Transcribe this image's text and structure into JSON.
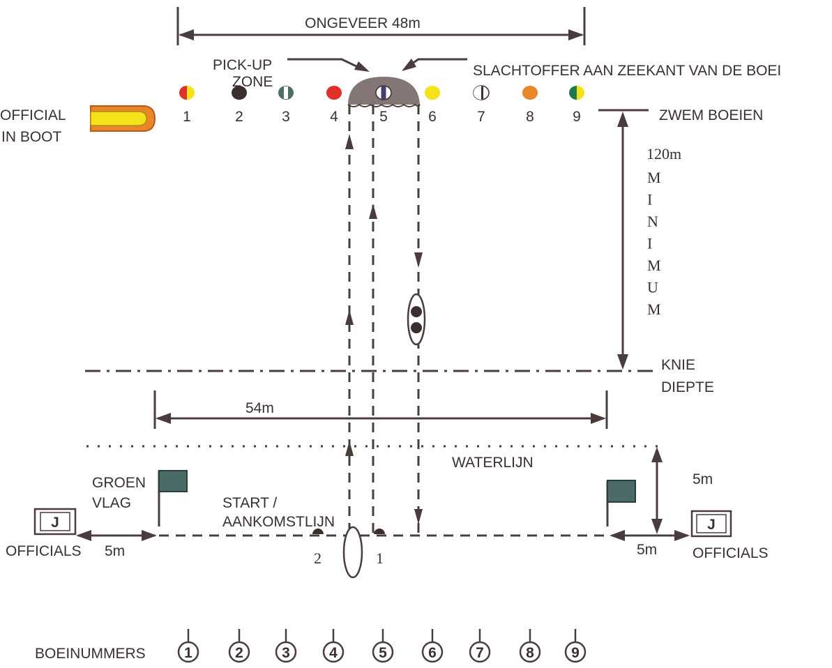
{
  "top_width": "ONGEVEER 48m",
  "pickup_zone": [
    "PICK-UP",
    "ZONE"
  ],
  "victim_note": "SLACHTOFFER AAN ZEEKANT VAN DE BOEI",
  "official_boat": [
    "OFFICIAL",
    "IN BOOT"
  ],
  "swim_buoys_label": "ZWEM BOEIEN",
  "buoys": [
    {
      "num": "1",
      "color_a": "#e0302a",
      "color_b": "#f4e21a",
      "split": "vertical"
    },
    {
      "num": "2",
      "color_a": "#3a2e2e",
      "color_b": "#3a2e2e",
      "split": "none"
    },
    {
      "num": "3",
      "color_a": "#4a6f6a",
      "color_b": "#ffffff",
      "split": "stripe"
    },
    {
      "num": "4",
      "color_a": "#e0302a",
      "color_b": "#e0302a",
      "split": "none"
    },
    {
      "num": "5",
      "color_a": "#4b3c6e",
      "color_b": "#ffffff",
      "split": "stripe"
    },
    {
      "num": "6",
      "color_a": "#f4e21a",
      "color_b": "#f4e21a",
      "split": "none"
    },
    {
      "num": "7",
      "color_a": "#3a2e2e",
      "color_b": "#ffffff",
      "split": "stripe"
    },
    {
      "num": "8",
      "color_a": "#e8862a",
      "color_b": "#e8862a",
      "split": "none"
    },
    {
      "num": "9",
      "color_a": "#1e7a4a",
      "color_b": "#f4e21a",
      "split": "vertical"
    }
  ],
  "depth_label": "120m",
  "minimum_letters": [
    "M",
    "I",
    "N",
    "I",
    "M",
    "U",
    "M"
  ],
  "knee_depth": [
    "KNIE",
    "DIEPTE"
  ],
  "width_54": "54m",
  "waterline": "WATERLIJN",
  "green_flag": [
    "GROEN",
    "VLAG"
  ],
  "start_finish": [
    "START /",
    "AANKOMSTLIJN"
  ],
  "right_5m_vertical": "5m",
  "left_official": {
    "badge": "J",
    "label": "OFFICIALS",
    "distance": "5m"
  },
  "right_official": {
    "badge": "J",
    "label": "OFFICIALS",
    "distance": "5m"
  },
  "competitors": [
    "2",
    "1"
  ],
  "buoy_numbers_label": "BOEINUMMERS",
  "buoy_numbers": [
    "1",
    "2",
    "3",
    "4",
    "5",
    "6",
    "7",
    "8",
    "9"
  ],
  "colors": {
    "ink": "#3a3030",
    "flag": "#4a6a68",
    "boat_outer": "#e8862a",
    "boat_inner": "#f4e21a",
    "victim_dome": "#857676"
  }
}
